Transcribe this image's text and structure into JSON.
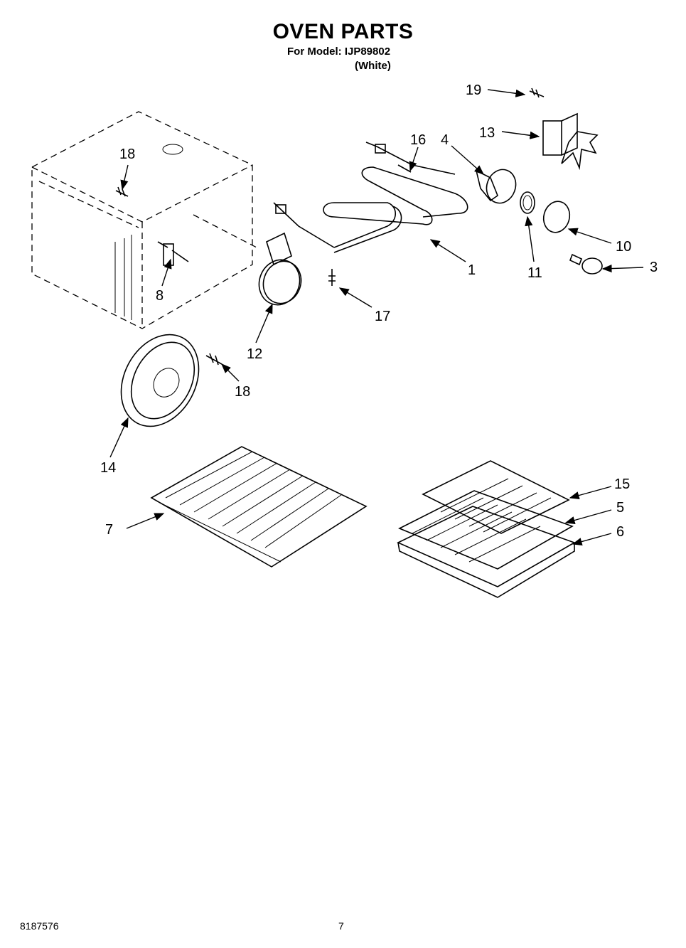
{
  "header": {
    "title": "OVEN PARTS",
    "model_line": "For Model: IJP89802",
    "color_line": "(White)"
  },
  "callouts": {
    "c19": "19",
    "c13": "13",
    "c16": "16",
    "c4": "4",
    "c18a": "18",
    "c10": "10",
    "c1": "1",
    "c11": "11",
    "c3": "3",
    "c8": "8",
    "c17": "17",
    "c12": "12",
    "c18b": "18",
    "c14": "14",
    "c15": "15",
    "c5": "5",
    "c6": "6",
    "c7": "7"
  },
  "footer": {
    "doc_number": "8187576",
    "page_number": "7"
  }
}
